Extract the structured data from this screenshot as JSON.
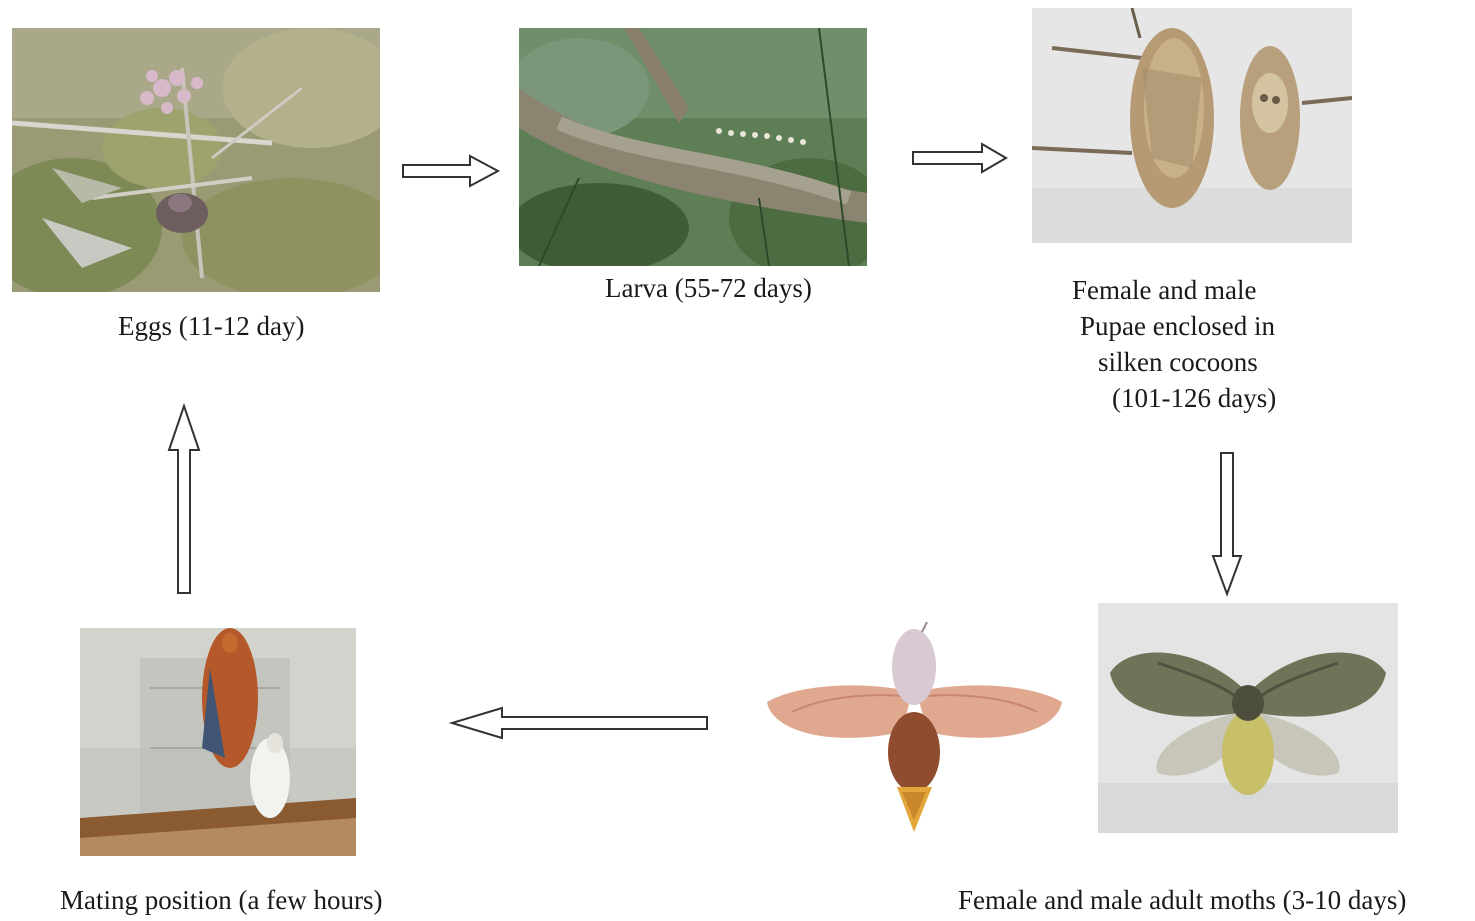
{
  "stages": {
    "eggs": {
      "caption": "Eggs (11-12 day)"
    },
    "larva": {
      "caption": "Larva (55-72 days)"
    },
    "pupae": {
      "caption_lines": [
        "Female and male",
        "Pupae enclosed in",
        "silken cocoons",
        "(101-126 days)"
      ]
    },
    "adults": {
      "caption": "Female and male adult moths (3-10 days)"
    },
    "mating": {
      "caption": "Mating position (a few hours)"
    }
  },
  "arrows": [
    {
      "from": "eggs",
      "to": "larva",
      "direction": "right"
    },
    {
      "from": "larva",
      "to": "pupae",
      "direction": "right"
    },
    {
      "from": "pupae",
      "to": "adults",
      "direction": "down"
    },
    {
      "from": "adults",
      "to": "mating",
      "direction": "left"
    },
    {
      "from": "mating",
      "to": "eggs",
      "direction": "up"
    }
  ],
  "colors": {
    "arrow_stroke": "#333333",
    "arrow_fill": "#ffffff",
    "background": "#ffffff"
  }
}
